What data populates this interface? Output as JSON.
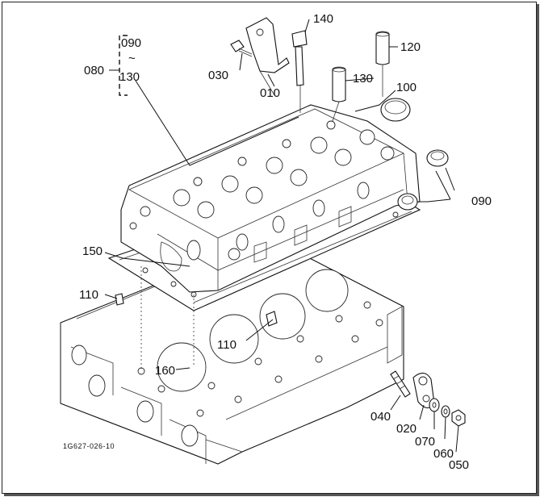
{
  "diagram": {
    "callouts": {
      "p090_top": "090",
      "p130_left": "130",
      "p080": "080",
      "p030": "030",
      "p010": "010",
      "p140": "140",
      "p120": "120",
      "p130_right": "130",
      "p100": "100",
      "p090_right": "090",
      "p150": "150",
      "p110_left": "110",
      "p110_center": "110",
      "p160": "160",
      "p040": "040",
      "p020": "020",
      "p070": "070",
      "p060": "060",
      "p050": "050"
    },
    "bracket_tilde": "~",
    "drawing_code": "1G627-026-10"
  }
}
